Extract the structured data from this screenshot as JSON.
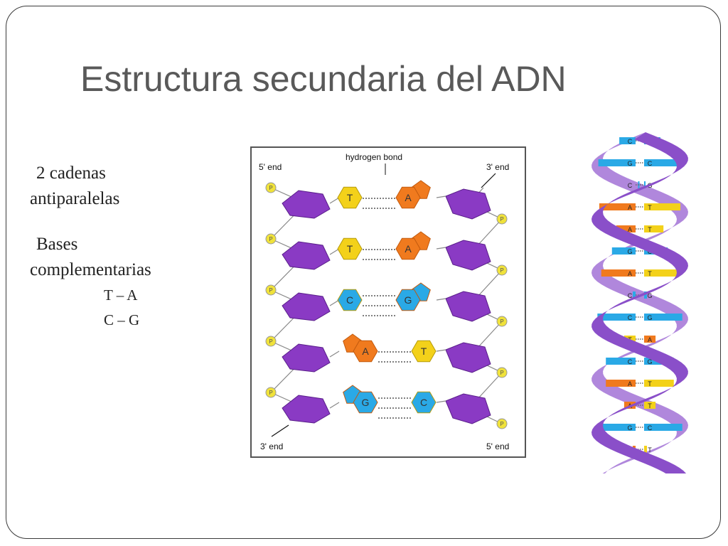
{
  "slide": {
    "title": "Estructura secundaria del ADN",
    "bullets": [
      {
        "l1": "2 cadenas",
        "l2": "antiparalelas"
      },
      {
        "l1": "Bases",
        "l2": "complementarias"
      }
    ],
    "pairs": [
      "T – A",
      "C – G"
    ]
  },
  "diagram": {
    "hydrogen_bond_label": "hydrogen bond",
    "left_top_end": "5' end",
    "right_top_end": "3' end",
    "left_bottom_end": "3' end",
    "right_bottom_end": "5' end",
    "phosphate_label": "P",
    "rows": [
      {
        "left": "T",
        "right": "A"
      },
      {
        "left": "T",
        "right": "A"
      },
      {
        "left": "C",
        "right": "G"
      },
      {
        "left": "A",
        "right": "T"
      },
      {
        "left": "G",
        "right": "C"
      }
    ]
  },
  "helix_pairs": [
    {
      "a": "C",
      "b": "G"
    },
    {
      "a": "G",
      "b": "C"
    },
    {
      "a": "C",
      "b": "G"
    },
    {
      "a": "A",
      "b": "T"
    },
    {
      "a": "A",
      "b": "T"
    },
    {
      "a": "G",
      "b": "C"
    },
    {
      "a": "A",
      "b": "T"
    },
    {
      "a": "C",
      "b": "G"
    },
    {
      "a": "C",
      "b": "G"
    },
    {
      "a": "T",
      "b": "A"
    },
    {
      "a": "C",
      "b": "G"
    },
    {
      "a": "A",
      "b": "T"
    },
    {
      "a": "A",
      "b": "T"
    },
    {
      "a": "G",
      "b": "C"
    },
    {
      "a": "A",
      "b": "T"
    }
  ],
  "colors": {
    "A": "#f07a1e",
    "T": "#f3d11a",
    "C": "#2aa9e6",
    "G": "#2aa9e6",
    "sugar": "#8a3ac4",
    "phosphate": "#f0e23a",
    "helix_backbone": "#8a4fc9"
  }
}
